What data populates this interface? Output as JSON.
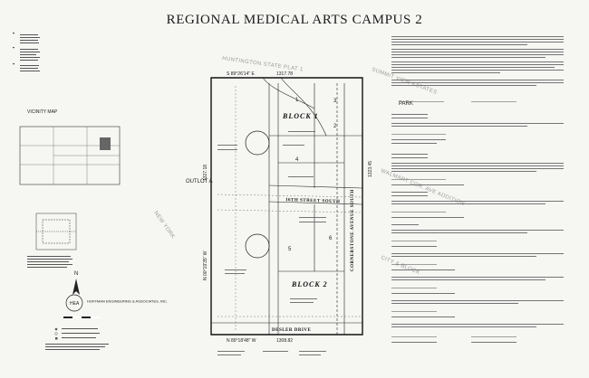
{
  "title": "REGIONAL MEDICAL ARTS CAMPUS 2",
  "bearings": {
    "north_line": "S 89°26'14\" E",
    "north_dist": "1317.78",
    "west_line": "N 00°19'35\" W",
    "west_dist": "1327.18",
    "east_dist": "1323.45",
    "south_line": "N 89°18'48\" W",
    "south_dist": "1308.82"
  },
  "blocks": {
    "block1": "BLOCK 1",
    "block2": "BLOCK 2"
  },
  "lots": [
    "1",
    "2",
    "3",
    "4",
    "5",
    "6"
  ],
  "labels": {
    "outlot": "OUTLOT A",
    "park": "PARK",
    "vicinity": "VICINITY MAP",
    "firm": "HOFFMAN ENGINEERING & ASSOCIATES, INC.",
    "north_arrow": "N"
  },
  "roads": {
    "bottom": "DESLER DRIVE",
    "middle": "16TH STREET SOUTH",
    "right": "CORNERSTONE AVENUE SOUTH",
    "left": "OUTLOT A"
  },
  "faded": {
    "top": "HUNTINGTON STATE PLAT 1",
    "right_top": "SUMMIT VIEW ESTATES",
    "right_mid": "WALMART COR. AVE ADDITION",
    "right_low": "CITY & BLOCK"
  },
  "colors": {
    "ink": "#1a1a1a",
    "faded": "#9a9a9a",
    "paper": "#f6f6f3"
  }
}
